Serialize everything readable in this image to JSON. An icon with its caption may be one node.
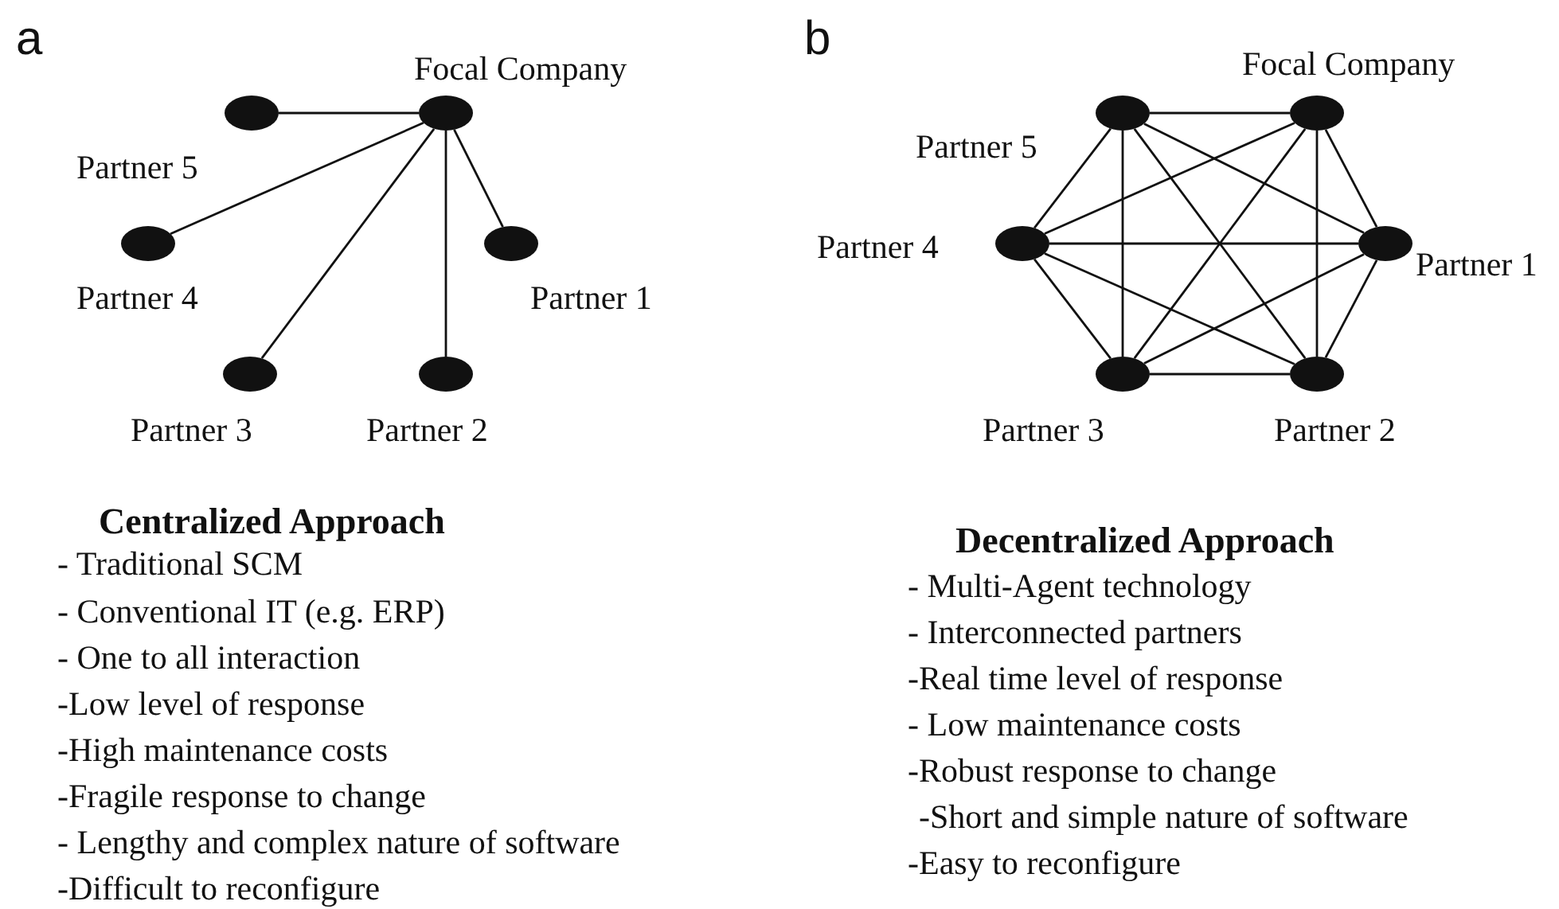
{
  "diagram": {
    "nodes": [
      {
        "text": [],
        "shape": "circle",
        "beside": [
          "Focal Company"
        ]
      },
      {
        "text": [],
        "shape": "circle",
        "beside": [
          "Partner 5"
        ]
      },
      {
        "text": [],
        "shape": "circle",
        "beside": [
          "Partner 4"
        ]
      },
      {
        "text": [],
        "shape": "circle",
        "beside": [
          "Partner 1"
        ]
      },
      {
        "text": [],
        "shape": "circle",
        "beside": [
          "Partner 3"
        ]
      },
      {
        "text": [],
        "shape": "circle",
        "beside": [
          "Partner 2"
        ]
      },
      {
        "text": [],
        "shape": "circle",
        "beside": [
          "Focal Company"
        ]
      },
      {
        "text": [],
        "shape": "circle",
        "beside": [
          "Partner 5"
        ]
      },
      {
        "text": [],
        "shape": "circle",
        "beside": [
          "Partner 4"
        ]
      },
      {
        "text": [],
        "shape": "circle",
        "beside": [
          "Partner 1"
        ]
      },
      {
        "text": [],
        "shape": "circle",
        "beside": [
          "Partner 3"
        ]
      },
      {
        "text": [],
        "shape": "circle",
        "beside": [
          "Partner 2"
        ]
      }
    ],
    "edges": [
      {
        "from": 0,
        "to": 1,
        "arrow": "none"
      },
      {
        "from": 0,
        "to": 2,
        "arrow": "none"
      },
      {
        "from": 0,
        "to": 3,
        "arrow": "none"
      },
      {
        "from": 0,
        "to": 4,
        "arrow": "none"
      },
      {
        "from": 0,
        "to": 5,
        "arrow": "none"
      },
      {
        "from": 7,
        "to": 6,
        "arrow": "none"
      },
      {
        "from": 7,
        "to": 8,
        "arrow": "none"
      },
      {
        "from": 7,
        "to": 9,
        "arrow": "none"
      },
      {
        "from": 7,
        "to": 10,
        "arrow": "none"
      },
      {
        "from": 7,
        "to": 11,
        "arrow": "none"
      },
      {
        "from": 6,
        "to": 8,
        "arrow": "none"
      },
      {
        "from": 6,
        "to": 9,
        "arrow": "none"
      },
      {
        "from": 6,
        "to": 10,
        "arrow": "none"
      },
      {
        "from": 6,
        "to": 11,
        "arrow": "none"
      },
      {
        "from": 8,
        "to": 9,
        "arrow": "none"
      },
      {
        "from": 8,
        "to": 10,
        "arrow": "none"
      },
      {
        "from": 8,
        "to": 11,
        "arrow": "none"
      },
      {
        "from": 9,
        "to": 10,
        "arrow": "none"
      },
      {
        "from": 9,
        "to": 11,
        "arrow": "none"
      },
      {
        "from": 10,
        "to": 11,
        "arrow": "none"
      }
    ],
    "labels": [
      "a",
      "b",
      "Centralized Approach",
      "- Traditional SCM",
      "- Conventional IT (e.g. ERP)",
      "- One to all interaction",
      "-Low level of response",
      "-High maintenance costs",
      "-Fragile response to change",
      "- Lengthy and complex nature of software",
      "-Difficult to reconfigure",
      "Decentralized Approach",
      "- Multi-Agent technology",
      "- Interconnected partners",
      "-Real time level of response",
      "- Low maintenance costs",
      "-Robust response to change",
      "-Short and simple nature of software",
      "-Easy to reconfigure"
    ]
  }
}
